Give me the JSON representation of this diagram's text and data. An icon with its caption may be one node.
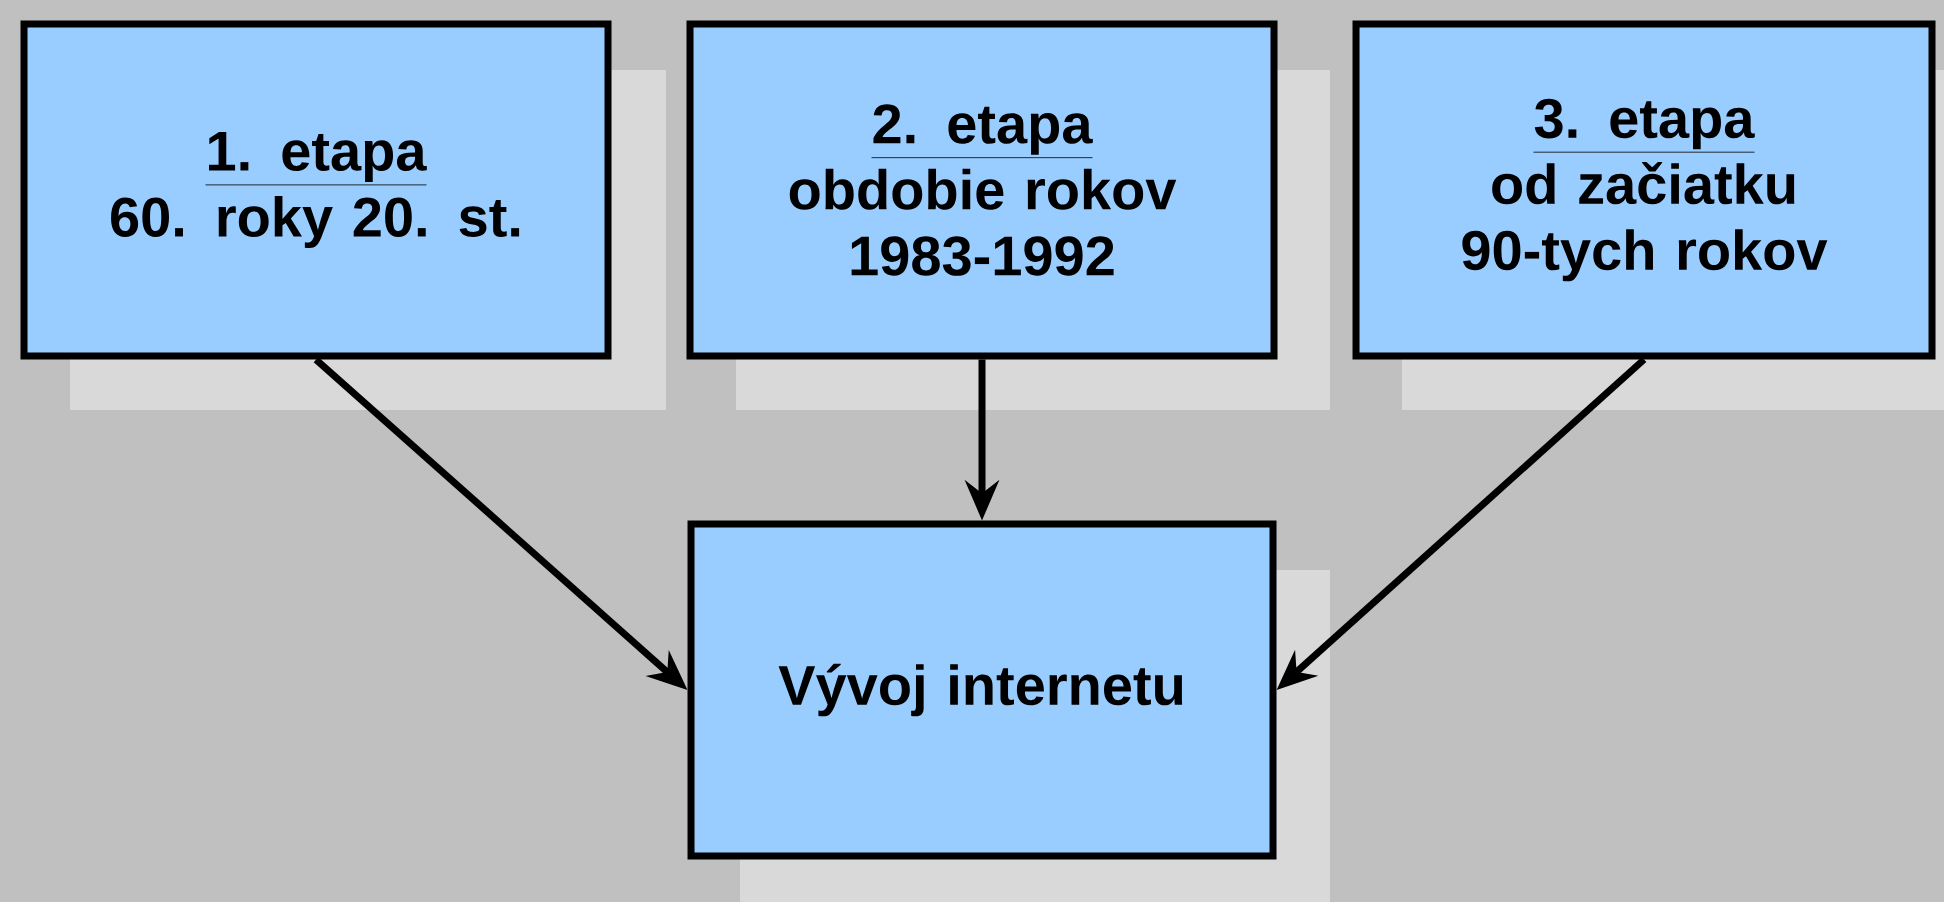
{
  "diagram": {
    "nodes": [
      {
        "text": [
          "1. etapa",
          "60. roky 20. st."
        ]
      },
      {
        "text": [
          "2. etapa",
          "obdobie rokov 1983-1992"
        ]
      },
      {
        "text": [
          "3. etapa",
          "od začiatku 90-tych rokov"
        ]
      },
      {
        "text": [
          "Vývoj internetu"
        ]
      }
    ],
    "edges": [
      {
        "from": 0,
        "to": 3,
        "arrow": "to"
      },
      {
        "from": 1,
        "to": 3,
        "arrow": "to"
      },
      {
        "from": 2,
        "to": 3,
        "arrow": "to"
      }
    ]
  }
}
